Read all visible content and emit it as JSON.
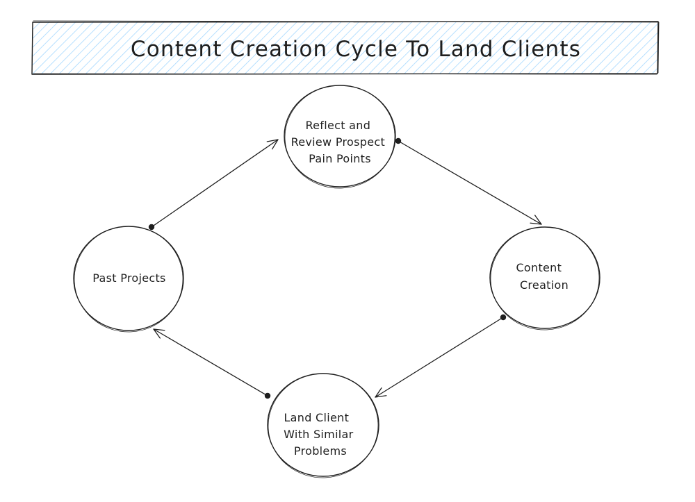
{
  "title": "Content Creation Cycle To Land Clients",
  "colors": {
    "ink": "#1e1e1e",
    "title_fill": "#a5d8ff",
    "background": "#ffffff"
  },
  "nodes": [
    {
      "id": "reflect",
      "lines": [
        "Reflect and",
        "Review Prospect",
        "Pain Points"
      ]
    },
    {
      "id": "content",
      "lines": [
        "Content",
        "Creation"
      ]
    },
    {
      "id": "land",
      "lines": [
        "Land Client",
        "With Similar",
        "Problems"
      ]
    },
    {
      "id": "past",
      "lines": [
        "Past Projects"
      ]
    }
  ],
  "edges": [
    {
      "from": "past",
      "to": "reflect"
    },
    {
      "from": "reflect",
      "to": "content"
    },
    {
      "from": "content",
      "to": "land"
    },
    {
      "from": "land",
      "to": "past"
    }
  ]
}
